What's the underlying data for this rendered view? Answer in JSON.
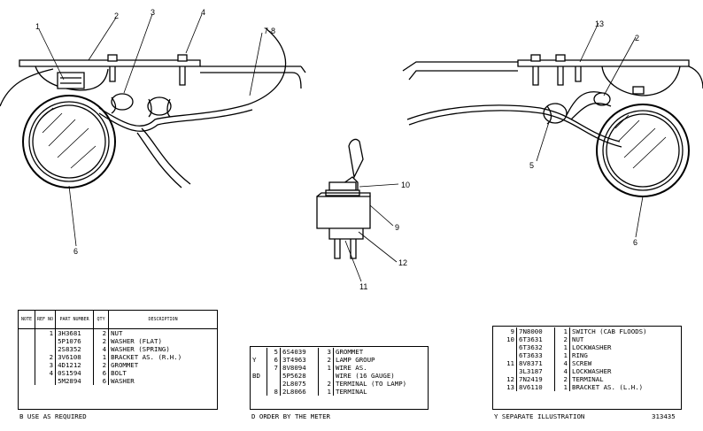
{
  "callouts": {
    "c1": "1",
    "c2": "2",
    "c3": "3",
    "c4": "4",
    "c78": "7-8",
    "c6l": "6",
    "c13": "13",
    "c2r": "2",
    "c5": "5",
    "c6r": "6",
    "c10": "10",
    "c9": "9",
    "c12": "12",
    "c11": "11"
  },
  "table_left": {
    "headers": {
      "note": "NOTE",
      "ref": "REF NO",
      "part": "PART NUMBER",
      "qty": "QTY",
      "desc": "DESCRIPTION"
    },
    "rows": [
      {
        "note": "",
        "ref": "1",
        "part": "3H3681",
        "qty": "2",
        "desc": "NUT"
      },
      {
        "note": "",
        "ref": "",
        "part": "5P1076",
        "qty": "2",
        "desc": "WASHER (FLAT)"
      },
      {
        "note": "",
        "ref": "",
        "part": "2S8352",
        "qty": "4",
        "desc": "WASHER (SPRING)"
      },
      {
        "note": "",
        "ref": "2",
        "part": "3V6108",
        "qty": "1",
        "desc": "BRACKET AS. (R.H.)"
      },
      {
        "note": "",
        "ref": "3",
        "part": "4D1212",
        "qty": "2",
        "desc": "GROMMET"
      },
      {
        "note": "",
        "ref": "4",
        "part": "0S1594",
        "qty": "6",
        "desc": "BOLT"
      },
      {
        "note": "",
        "ref": "",
        "part": "5M2894",
        "qty": "6",
        "desc": "WASHER"
      }
    ]
  },
  "table_mid": {
    "rows": [
      {
        "note": "",
        "ref": "5",
        "part": "6S4039",
        "qty": "3",
        "desc": "GROMMET"
      },
      {
        "note": "Y",
        "ref": "6",
        "part": "3T4963",
        "qty": "2",
        "desc": "LAMP GROUP"
      },
      {
        "note": "",
        "ref": "7",
        "part": "8V8094",
        "qty": "1",
        "desc": "WIRE AS."
      },
      {
        "note": "BD",
        "ref": "",
        "part": "5P5628",
        "qty": "",
        "desc": "  WIRE (16 GAUGE)"
      },
      {
        "note": "",
        "ref": "",
        "part": "2L8075",
        "qty": "2",
        "desc": "  TERMINAL (TO LAMP)"
      },
      {
        "note": "",
        "ref": "8",
        "part": "2L8066",
        "qty": "1",
        "desc": "  TERMINAL"
      }
    ]
  },
  "table_right": {
    "rows": [
      {
        "ref": "9",
        "part": "7N8000",
        "qty": "1",
        "desc": "SWITCH (CAB FLOODS)"
      },
      {
        "ref": "10",
        "part": "6T3631",
        "qty": "2",
        "desc": "  NUT"
      },
      {
        "ref": "",
        "part": "6T3632",
        "qty": "1",
        "desc": "  LOCKWASHER"
      },
      {
        "ref": "",
        "part": "6T3633",
        "qty": "1",
        "desc": "  RING"
      },
      {
        "ref": "11",
        "part": "8V8371",
        "qty": "4",
        "desc": "  SCREW"
      },
      {
        "ref": "",
        "part": "3L3187",
        "qty": "4",
        "desc": "  LOCKWASHER"
      },
      {
        "ref": "12",
        "part": "7N2419",
        "qty": "2",
        "desc": "TERMINAL"
      },
      {
        "ref": "13",
        "part": "8V6110",
        "qty": "1",
        "desc": "BRACKET AS. (L.H.)"
      }
    ]
  },
  "footnotes": {
    "b": "B  USE AS REQUIRED",
    "d": "D  ORDER BY THE METER",
    "y": "Y  SEPARATE ILLUSTRATION",
    "fig": "313435"
  }
}
